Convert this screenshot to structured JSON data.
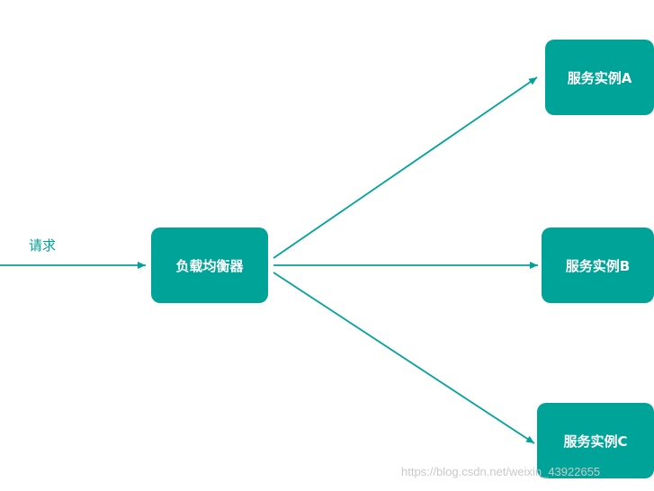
{
  "diagram": {
    "request_label": "请求",
    "load_balancer": "负载均衡器",
    "instances": [
      "服务实例A",
      "服务实例B",
      "服务实例C"
    ]
  },
  "watermark": "https://blog.csdn.net/weixin_43922655",
  "colors": {
    "accent": "#00a398",
    "node_text": "#ffffff",
    "watermark": "#c9c9c9"
  }
}
